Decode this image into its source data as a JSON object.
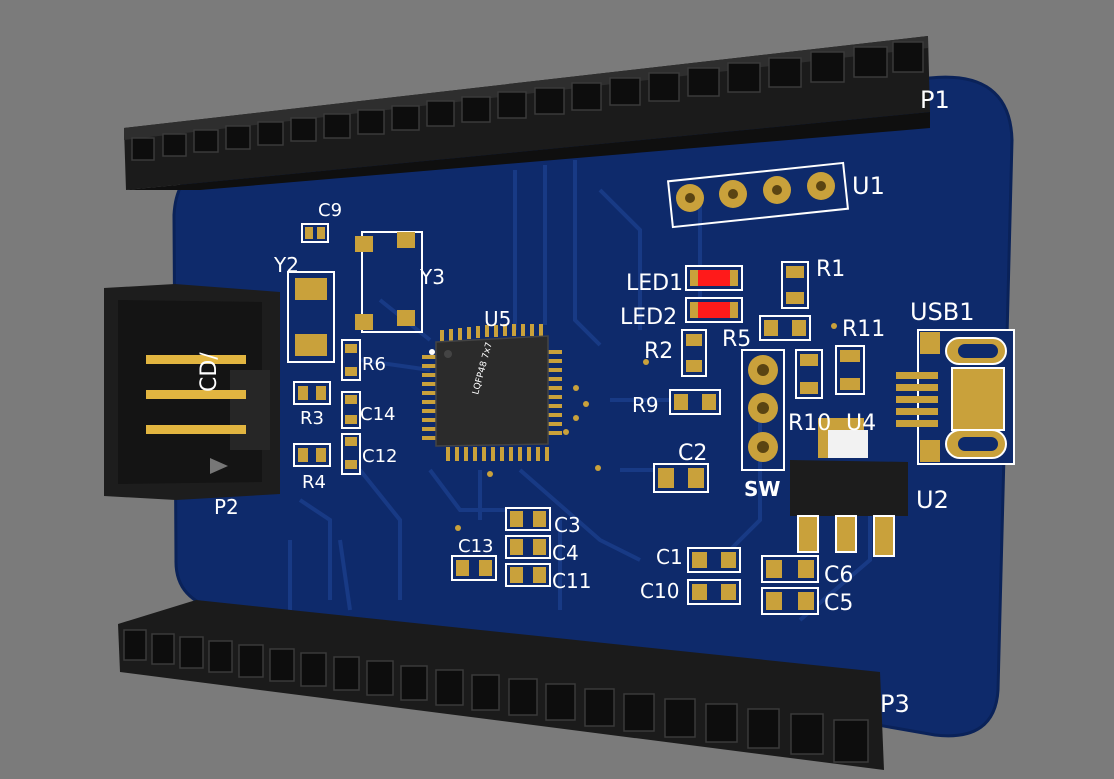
{
  "colors": {
    "background": "#7b7b7b",
    "board": "#0e2a6b",
    "board_trace": "#1a3c88",
    "silkscreen": "#ffffff",
    "pad_gold": "#c9a13b",
    "header_black": "#1b1b1b",
    "led_red": "#ff1a1a",
    "chip_body": "#2b2b2b"
  },
  "labels": {
    "p1": "P1",
    "p2": "P2",
    "p3": "P3",
    "u1": "U1",
    "u2": "U2",
    "u4": "U4",
    "u5": "U5",
    "usb1": "USB1",
    "y2": "Y2",
    "y3": "Y3",
    "led1": "LED1",
    "led2": "LED2",
    "r1": "R1",
    "r2": "R2",
    "r3": "R3",
    "r4": "R4",
    "r5": "R5",
    "r6": "R6",
    "r9": "R9",
    "r10": "R10",
    "r11": "R11",
    "c1": "C1",
    "c2": "C2",
    "c3": "C3",
    "c4": "C4",
    "c5": "C5",
    "c6": "C6",
    "c9": "C9",
    "c10": "C10",
    "c11": "C11",
    "c12": "C12",
    "c13": "C13",
    "c14": "C14",
    "sw": "SW",
    "p2_port": "CD/",
    "chip_marking": "LQFP48 7x7"
  }
}
